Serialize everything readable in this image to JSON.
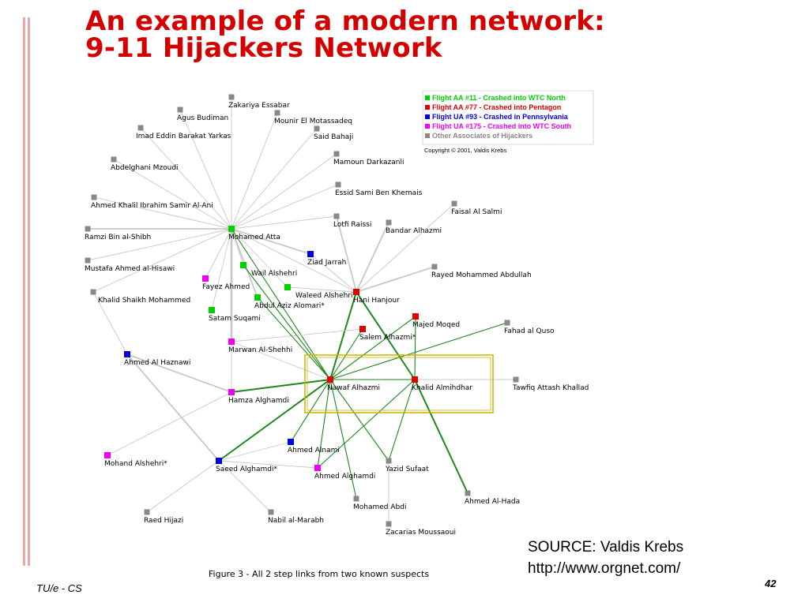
{
  "slide": {
    "title_line1": "An example of a modern network:",
    "title_line2": "9-11 Hijackers Network",
    "source_line1": "SOURCE: Valdis Krebs",
    "source_line2": "http://www.orgnet.com/",
    "figure_caption": "Figure 3  - All 2 step links from two known suspects",
    "footer_left": "TU/e - CS",
    "page_number": "42"
  },
  "legend": {
    "items": [
      {
        "label": "Flight AA #11 - Crashed into WTC North",
        "color": "#00d000"
      },
      {
        "label": "Flight AA #77 - Crashed into Pentagon",
        "color": "#e00000"
      },
      {
        "label": "Flight UA #93 - Crashed in Pennsylvania",
        "color": "#0000e0"
      },
      {
        "label": "Flight UA #175 - Crashed into WTC South",
        "color": "#f000f0"
      },
      {
        "label": "Other Associates of Hijackers",
        "color": "#888888"
      }
    ],
    "copyright": "Copyright © 2001, Valdis Krebs"
  },
  "colors": {
    "title": "#d40000",
    "green_edge": "#1a8a1a",
    "gray_edge": "#c8c8c8",
    "highlight_box": "#c8b400"
  },
  "network": {
    "nodes": [
      {
        "id": "atta",
        "name": "Mohamed Atta",
        "group": "aa11"
      },
      {
        "id": "essabar",
        "name": "Zakariya Essabar",
        "group": "other"
      },
      {
        "id": "budiman",
        "name": "Agus Budiman",
        "group": "other"
      },
      {
        "id": "motassadeq",
        "name": "Mounir El Motassadeq",
        "group": "other"
      },
      {
        "id": "yarkas",
        "name": "Imad Eddin Barakat Yarkas",
        "group": "other"
      },
      {
        "id": "bahaji",
        "name": "Said Bahaji",
        "group": "other"
      },
      {
        "id": "darkazanli",
        "name": "Mamoun Darkazanli",
        "group": "other"
      },
      {
        "id": "mzoudi",
        "name": "Abdelghani Mzoudi",
        "group": "other"
      },
      {
        "id": "khemais",
        "name": "Essid Sami Ben Khemais",
        "group": "other"
      },
      {
        "id": "alani",
        "name": "Ahmed Khalil Ibrahim Samir Al-Ani",
        "group": "other"
      },
      {
        "id": "salmi",
        "name": "Faisal Al Salmi",
        "group": "other"
      },
      {
        "id": "raissi",
        "name": "Lotfi Raissi",
        "group": "other"
      },
      {
        "id": "bandar",
        "name": "Bandar Alhazmi",
        "group": "other"
      },
      {
        "id": "shibh",
        "name": "Ramzi Bin al-Shibh",
        "group": "other"
      },
      {
        "id": "jarrah",
        "name": "Ziad Jarrah",
        "group": "ua93"
      },
      {
        "id": "hisawi",
        "name": "Mustafa Ahmed al-Hisawi",
        "group": "other"
      },
      {
        "id": "rayed",
        "name": "Rayed Mohammed Abdullah",
        "group": "other"
      },
      {
        "id": "wail",
        "name": "Wail Alshehri",
        "group": "aa11"
      },
      {
        "id": "fayez",
        "name": "Fayez Ahmed",
        "group": "ua175"
      },
      {
        "id": "waleed",
        "name": "Waleed Alshehri",
        "group": "aa11"
      },
      {
        "id": "hanjour",
        "name": "Hani Hanjour",
        "group": "aa77"
      },
      {
        "id": "ksm",
        "name": "Khalid Shaikh Mohammed",
        "group": "other"
      },
      {
        "id": "omari",
        "name": "Abdul Aziz Alomari*",
        "group": "aa11"
      },
      {
        "id": "suqami",
        "name": "Satam Suqami",
        "group": "aa11"
      },
      {
        "id": "moqed",
        "name": "Majed Moqed",
        "group": "aa77"
      },
      {
        "id": "salem",
        "name": "Salem Alhazmi*",
        "group": "aa77"
      },
      {
        "id": "quso",
        "name": "Fahad al Quso",
        "group": "other"
      },
      {
        "id": "marwan",
        "name": "Marwan Al-Shehhi",
        "group": "ua175"
      },
      {
        "id": "haznawi",
        "name": "Ahmed Al Haznawi",
        "group": "ua93"
      },
      {
        "id": "nawaf",
        "name": "Nawaf Alhazmi",
        "group": "aa77"
      },
      {
        "id": "khalid",
        "name": "Khalid Almihdhar",
        "group": "aa77"
      },
      {
        "id": "khallad",
        "name": "Tawfiq Attash Khallad",
        "group": "other"
      },
      {
        "id": "hamza",
        "name": "Hamza Alghamdi",
        "group": "ua175"
      },
      {
        "id": "alnami",
        "name": "Ahmed Alnami",
        "group": "ua93"
      },
      {
        "id": "mohand",
        "name": "Mohand Alshehri*",
        "group": "ua175"
      },
      {
        "id": "saeed",
        "name": "Saeed Alghamdi*",
        "group": "ua93"
      },
      {
        "id": "ahmedg",
        "name": "Ahmed Alghamdi",
        "group": "ua175"
      },
      {
        "id": "sufaat",
        "name": "Yazid Sufaat",
        "group": "other"
      },
      {
        "id": "abdi",
        "name": "Mohamed Abdi",
        "group": "other"
      },
      {
        "id": "hada",
        "name": "Ahmed Al-Hada",
        "group": "other"
      },
      {
        "id": "hijazi",
        "name": "Raed Hijazi",
        "group": "other"
      },
      {
        "id": "marabh",
        "name": "Nabil al-Marabh",
        "group": "other"
      },
      {
        "id": "moussaoui",
        "name": "Zacarias Moussaoui",
        "group": "other"
      }
    ],
    "edges": [
      [
        "atta",
        "essabar",
        "gray",
        1
      ],
      [
        "atta",
        "budiman",
        "gray",
        1
      ],
      [
        "atta",
        "motassadeq",
        "gray",
        1
      ],
      [
        "atta",
        "yarkas",
        "gray",
        1
      ],
      [
        "atta",
        "bahaji",
        "gray",
        1
      ],
      [
        "atta",
        "darkazanli",
        "gray",
        1
      ],
      [
        "atta",
        "mzoudi",
        "gray",
        1
      ],
      [
        "atta",
        "khemais",
        "gray",
        1
      ],
      [
        "atta",
        "alani",
        "gray",
        1
      ],
      [
        "atta",
        "raissi",
        "gray",
        1
      ],
      [
        "atta",
        "shibh",
        "gray",
        2
      ],
      [
        "atta",
        "hisawi",
        "gray",
        1
      ],
      [
        "atta",
        "jarrah",
        "gray",
        2
      ],
      [
        "atta",
        "ksm",
        "gray",
        1
      ],
      [
        "atta",
        "marwan",
        "gray",
        3
      ],
      [
        "atta",
        "wail",
        "gray",
        1
      ],
      [
        "atta",
        "waleed",
        "gray",
        1
      ],
      [
        "atta",
        "omari",
        "gray",
        2
      ],
      [
        "atta",
        "fayez",
        "gray",
        1
      ],
      [
        "atta",
        "suqami",
        "gray",
        1
      ],
      [
        "atta",
        "hanjour",
        "gray",
        1
      ],
      [
        "atta",
        "nawaf",
        "green",
        1
      ],
      [
        "raissi",
        "hanjour",
        "gray",
        2
      ],
      [
        "bandar",
        "hanjour",
        "gray",
        2
      ],
      [
        "salmi",
        "hanjour",
        "gray",
        1
      ],
      [
        "rayed",
        "hanjour",
        "gray",
        2
      ],
      [
        "jarrah",
        "hanjour",
        "gray",
        1
      ],
      [
        "waleed",
        "hanjour",
        "gray",
        1
      ],
      [
        "hanjour",
        "nawaf",
        "green",
        2
      ],
      [
        "hanjour",
        "khalid",
        "green",
        2
      ],
      [
        "salem",
        "nawaf",
        "green",
        1
      ],
      [
        "moqed",
        "nawaf",
        "green",
        1
      ],
      [
        "moqed",
        "khalid",
        "green",
        1
      ],
      [
        "quso",
        "nawaf",
        "green",
        1
      ],
      [
        "khalid",
        "khallad",
        "gray",
        1
      ],
      [
        "nawaf",
        "khalid",
        "green",
        1
      ],
      [
        "nawaf",
        "marwan",
        "gray",
        1
      ],
      [
        "salem",
        "marwan",
        "gray",
        1
      ],
      [
        "hamza",
        "nawaf",
        "green",
        2
      ],
      [
        "haznawi",
        "hamza",
        "gray",
        2
      ],
      [
        "haznawi",
        "saeed",
        "gray",
        2
      ],
      [
        "nawaf",
        "alnami",
        "green",
        1
      ],
      [
        "nawaf",
        "saeed",
        "green",
        2
      ],
      [
        "nawaf",
        "ahmedg",
        "green",
        1
      ],
      [
        "nawaf",
        "abdi",
        "green",
        1
      ],
      [
        "nawaf",
        "sufaat",
        "green",
        1
      ],
      [
        "khalid",
        "sufaat",
        "green",
        1
      ],
      [
        "khalid",
        "ahmedg",
        "green",
        1
      ],
      [
        "khalid",
        "hada",
        "green",
        2
      ],
      [
        "omari",
        "nawaf",
        "green",
        1
      ],
      [
        "wail",
        "nawaf",
        "green",
        1
      ],
      [
        "sufaat",
        "moussaoui",
        "gray",
        1
      ],
      [
        "ahmedg",
        "saeed",
        "gray",
        1
      ],
      [
        "saeed",
        "marabh",
        "gray",
        1
      ],
      [
        "hijazi",
        "saeed",
        "gray",
        1
      ],
      [
        "mohand",
        "hamza",
        "gray",
        1
      ],
      [
        "ksm",
        "haznawi",
        "gray",
        1
      ],
      [
        "hamza",
        "atta",
        "gray",
        1
      ],
      [
        "saeed",
        "alnami",
        "gray",
        1
      ]
    ]
  }
}
